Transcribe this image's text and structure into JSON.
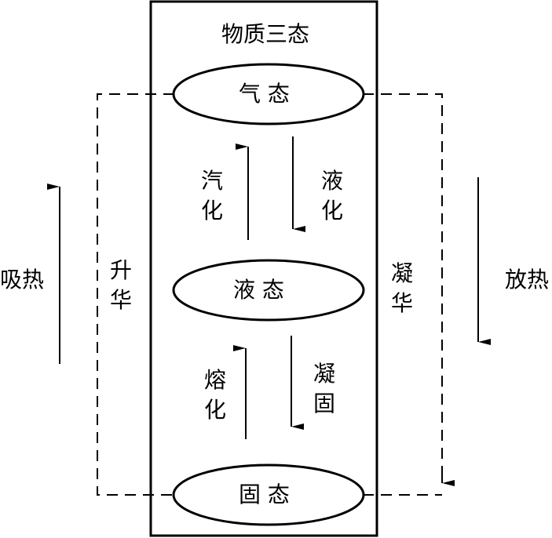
{
  "title": "物质三态",
  "states": {
    "gas": "气 态",
    "liquid": "液 态",
    "solid": "固 态"
  },
  "transitions": {
    "vaporization": [
      "汽",
      "化"
    ],
    "liquefaction": [
      "液",
      "化"
    ],
    "melting": [
      "熔",
      "化"
    ],
    "solidification": [
      "凝",
      "固"
    ],
    "sublimation": [
      "升",
      "华"
    ],
    "deposition": [
      "凝",
      "华"
    ]
  },
  "heat": {
    "absorb": "吸热",
    "release": "放热"
  }
}
